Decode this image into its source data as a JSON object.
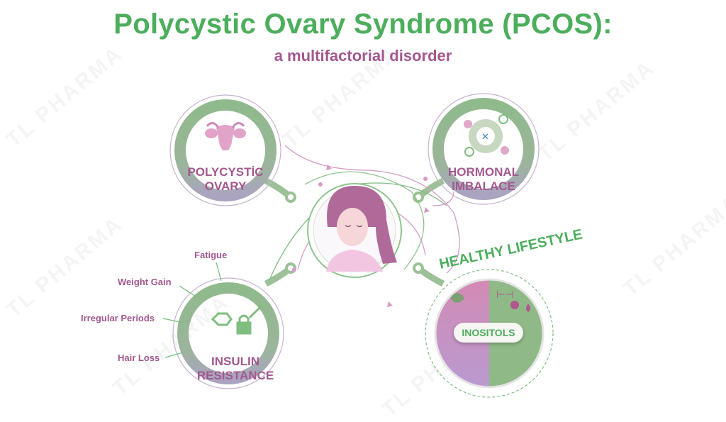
{
  "header": {
    "title": "Polycystic Ovary Syndrome (PCOS):",
    "subtitle": "a multifactorial disorder"
  },
  "watermark": "TL PHARMA",
  "nodes": {
    "polycystic_ovary": [
      "POLYCYSTİC",
      "OVARY"
    ],
    "hormonal_imbalance": [
      "HORMONAL",
      "IMBALACE"
    ],
    "insulin_resistance": [
      "INSULIN",
      "RESISTANCE"
    ],
    "healthy_lifestyle": {
      "title": "HEALTHY LIFESTYLE",
      "pill": "INOSITOLS"
    }
  },
  "symptoms": [
    "Fatigue",
    "Weight Gain",
    "Irregular Periods",
    "Hair Loss"
  ],
  "colors": {
    "green": "#4cae5c",
    "purple": "#a3588f",
    "ring_green": "#8fba8c",
    "ring_purple": "#a49cb8"
  }
}
